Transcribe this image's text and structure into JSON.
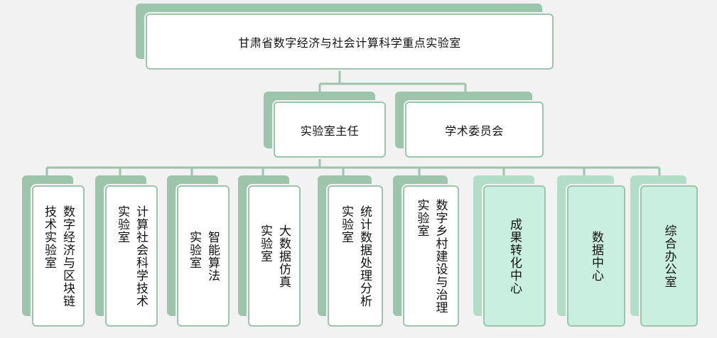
{
  "root": {
    "label": "甘肃省数字经济与社会计算科学重点实验室"
  },
  "level2": [
    {
      "key": "director",
      "label": "实验室主任"
    },
    {
      "key": "committee",
      "label": "学术委员会"
    }
  ],
  "units": [
    {
      "lines": [
        "数字经济与区块链",
        "技术实验室"
      ]
    },
    {
      "lines": [
        "计算社会科学技术",
        "实验室"
      ]
    },
    {
      "lines": [
        "智能算法",
        "实验室"
      ]
    },
    {
      "lines": [
        "大数据仿真",
        "实验室"
      ]
    },
    {
      "lines": [
        "统计数据处理分析",
        "实验室"
      ]
    },
    {
      "lines": [
        "数字乡村建设与治理",
        "实验室"
      ]
    },
    {
      "lines": [
        "成果转化中心"
      ]
    },
    {
      "lines": [
        "数据中心"
      ]
    },
    {
      "lines": [
        "综合办公室"
      ]
    }
  ],
  "colors": {
    "background": "#f2f2f2",
    "shadow_green": "#9cc5ac",
    "accent_fill": "#c8efe0",
    "connector": "#9cc5ac"
  }
}
